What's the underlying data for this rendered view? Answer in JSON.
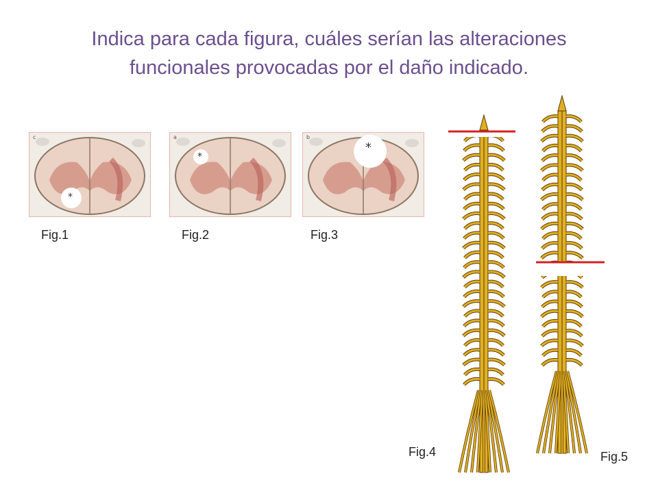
{
  "title": {
    "line1": "Indica para cada figura, cuáles serían las alteraciones",
    "line2": "funcionales provocadas por el daño indicado."
  },
  "figures": [
    {
      "caption": "Fig.1",
      "panel_letter": "c",
      "lesion_mark": "*"
    },
    {
      "caption": "Fig.2",
      "panel_letter": "a",
      "lesion_mark": "*"
    },
    {
      "caption": "Fig.3",
      "panel_letter": "b",
      "lesion_mark": "*"
    },
    {
      "caption": "Fig.4"
    },
    {
      "caption": "Fig.5"
    }
  ],
  "colors": {
    "title": "#6a4f8e",
    "cut_line": "#d42020",
    "nerve": "#e0b024",
    "nerve_outline": "#5a3a08",
    "tissue": "#ead2c4",
    "gray_matter": "#cf8b7c",
    "panel_border": "#e6b7a9"
  }
}
